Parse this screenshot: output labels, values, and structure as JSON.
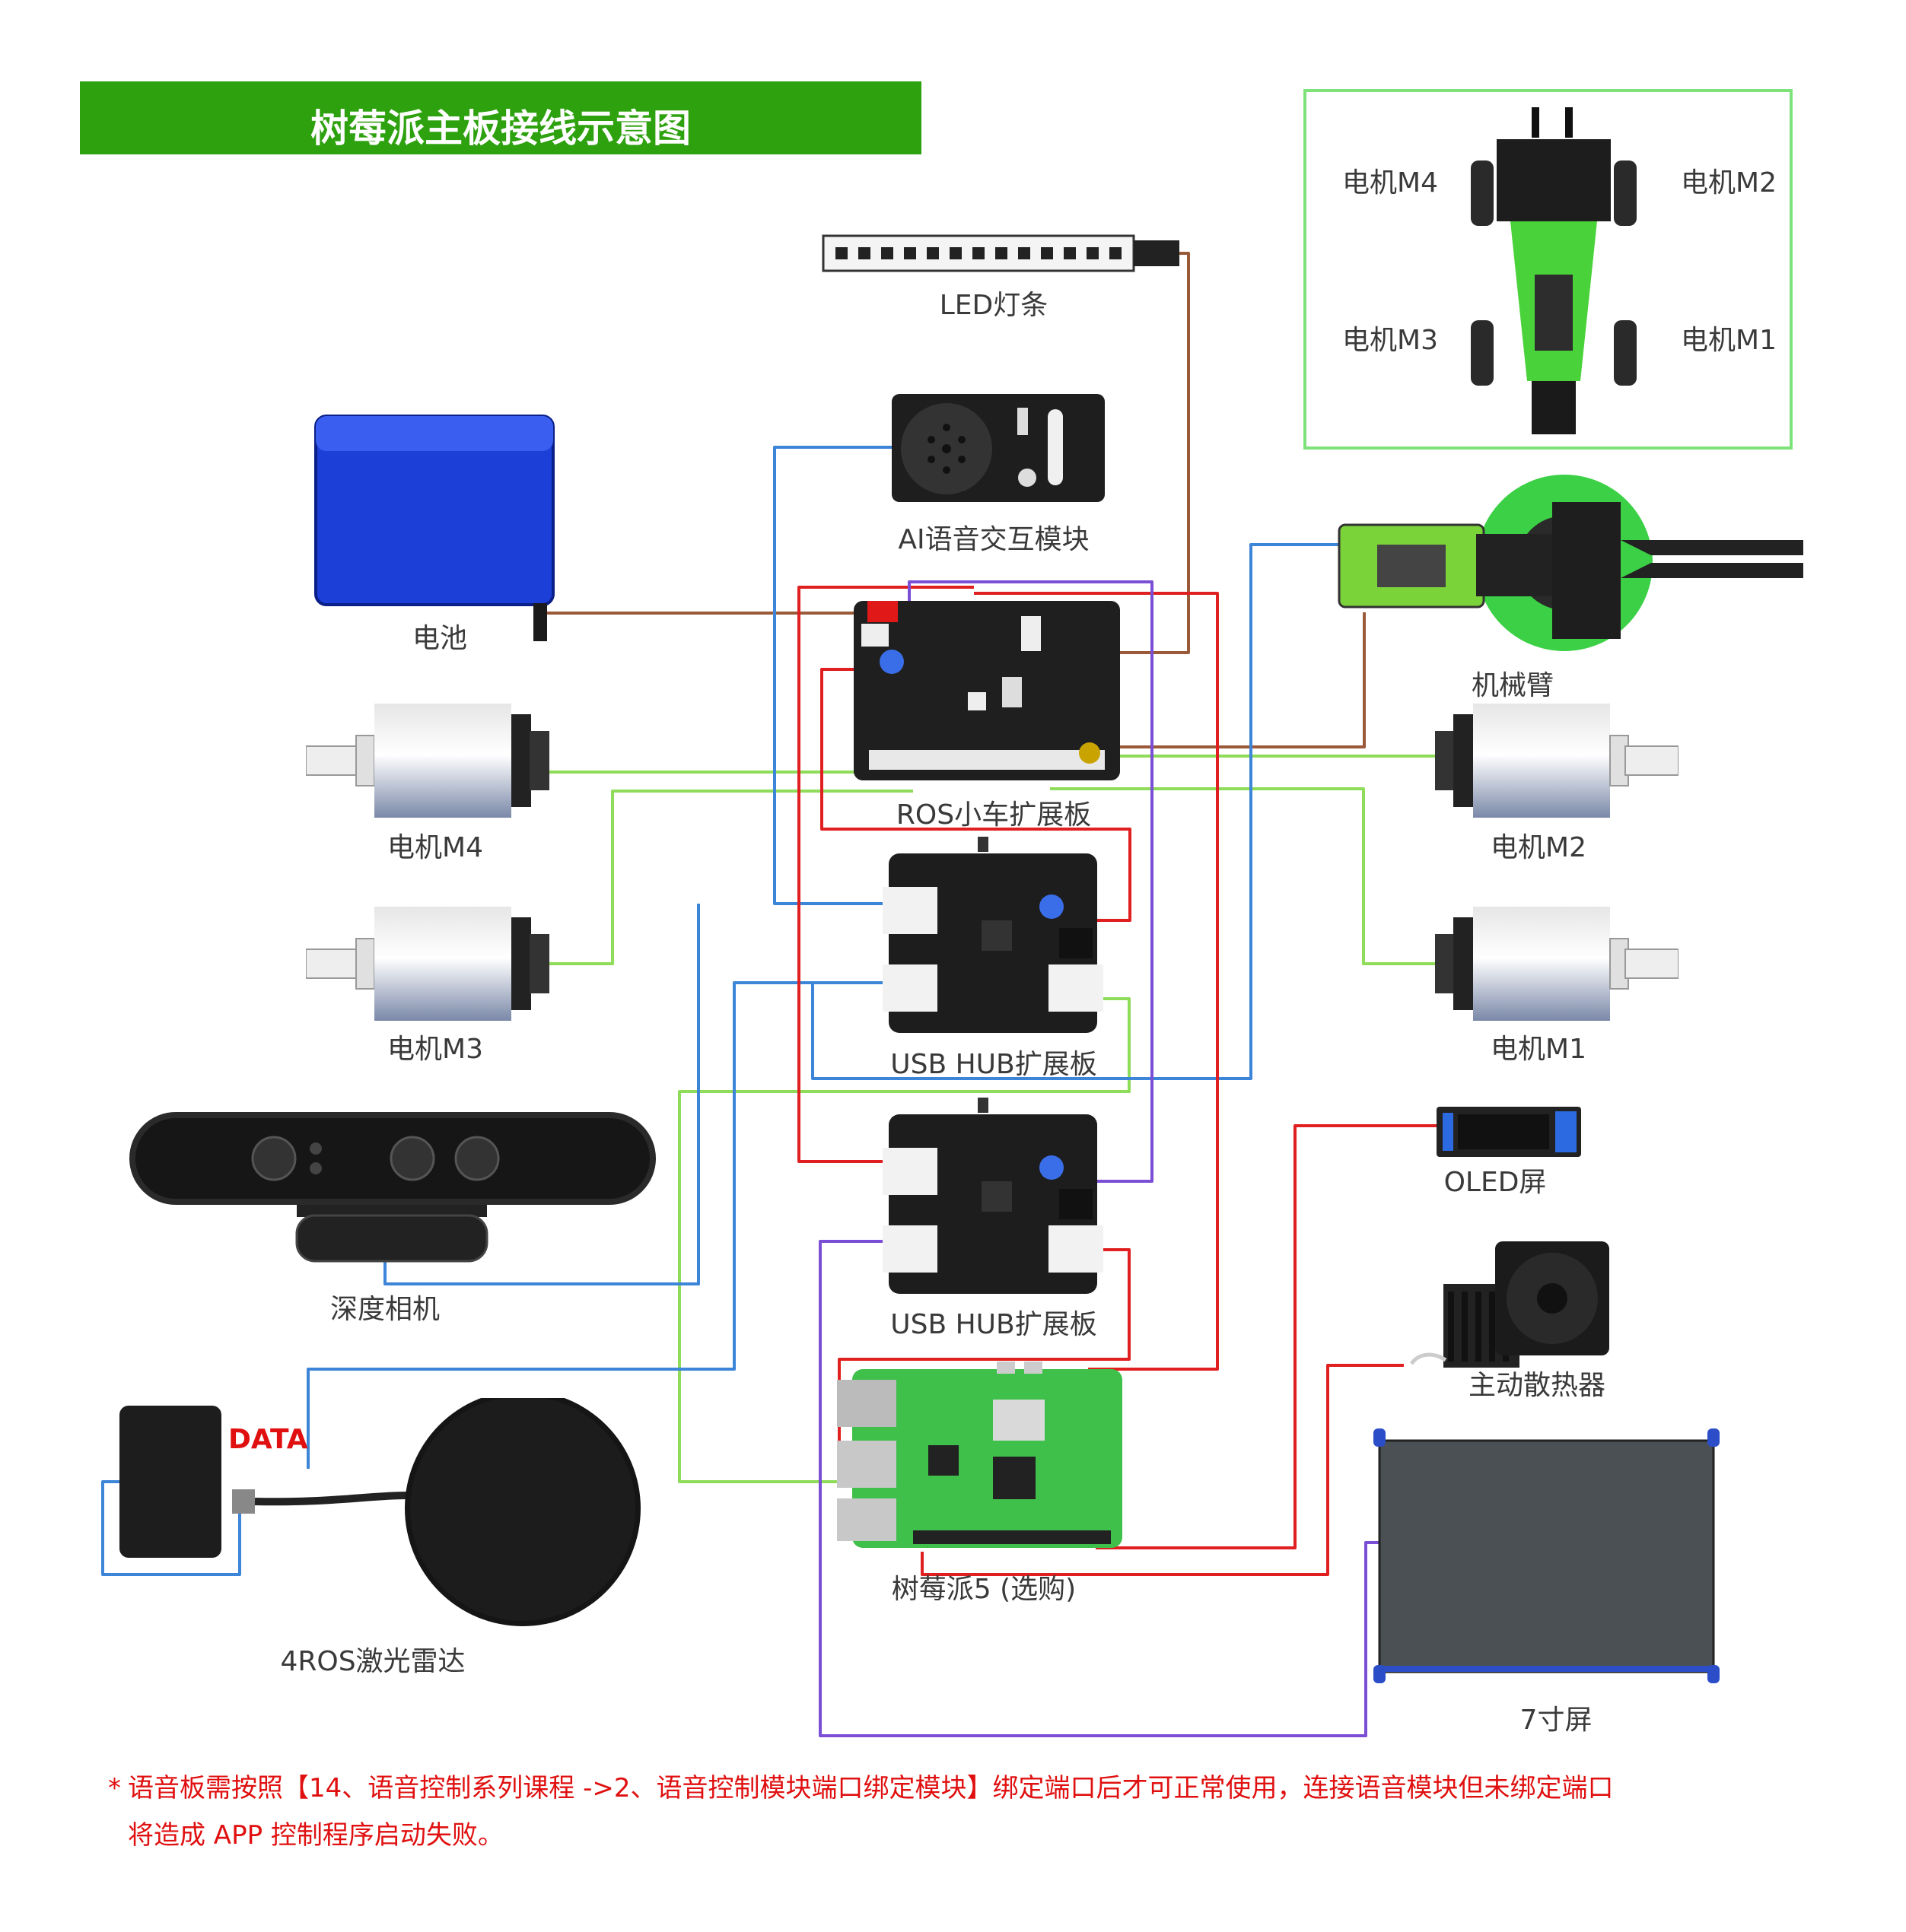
{
  "title": "树莓派主板接线示意图",
  "inset": {
    "motor_m4": "电机M4",
    "motor_m2": "电机M2",
    "motor_m3": "电机M3",
    "motor_m1": "电机M1"
  },
  "components": {
    "led_strip": "LED灯条",
    "voice_module": "AI语音交互模块",
    "battery": "电池",
    "ros_board": "ROS小车扩展板",
    "robot_arm": "机械臂",
    "motor_m4": "电机M4",
    "motor_m3": "电机M3",
    "motor_m2": "电机M2",
    "motor_m1": "电机M1",
    "usb_hub_1": "USB HUB扩展板",
    "usb_hub_2": "USB HUB扩展板",
    "depth_camera": "深度相机",
    "oled": "OLED屏",
    "fan": "主动散热器",
    "lidar": "4ROS激光雷达",
    "raspberry_pi": "树莓派5 (选购)",
    "screen": "7寸屏"
  },
  "data_label": "DATA",
  "note": {
    "star": "*",
    "line1": "语音板需按照【14、语音控制系列课程 ->2、语音控制模块端口绑定模块】绑定端口后才可正常使用，连接语音模块但未绑定端口",
    "line2": "将造成 APP 控制程序启动失败。"
  },
  "colors": {
    "title_bg": "#2ea10f",
    "wire_blue": "#3d85d8",
    "wire_red": "#e02020",
    "wire_green": "#8fdc5a",
    "wire_purple": "#7a4fd6",
    "wire_brown": "#9a5a3a",
    "note_text": "#e01010"
  }
}
